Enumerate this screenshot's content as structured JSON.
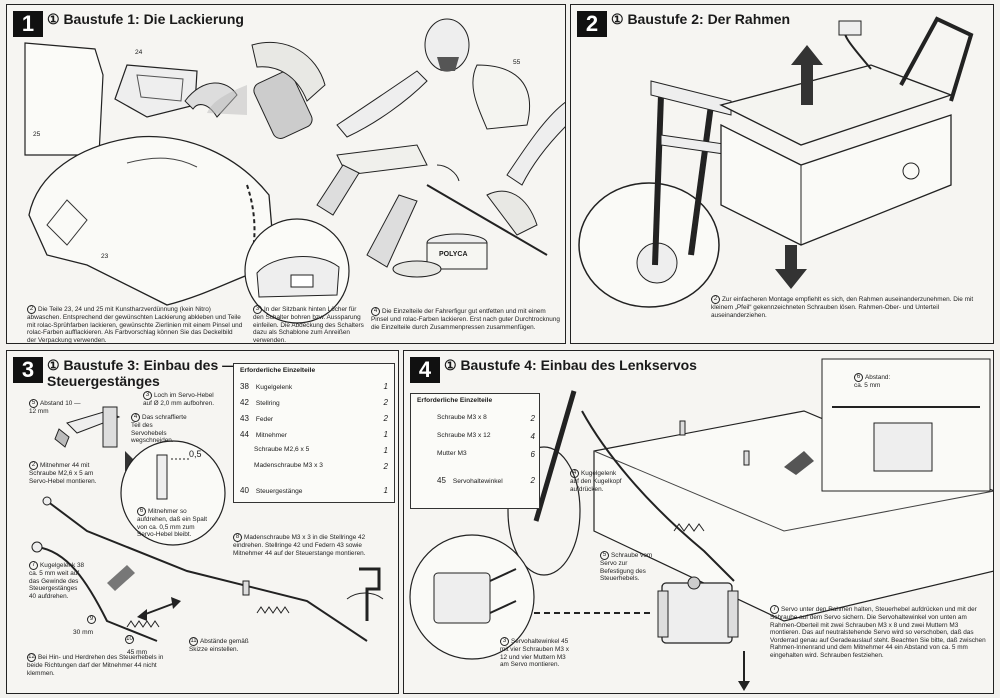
{
  "step1": {
    "number": "1",
    "title": "① Baustufe 1: Die Lackierung",
    "part_labels": {
      "p24": "24",
      "p25": "25",
      "p23": "23",
      "p55": "55"
    },
    "note2": "Die Teile 23, 24 und 25 mit Kunstharzverdünnung (kein Nitro) abwaschen. Entsprechend der gewünschten Lackierung abkleben und Teile mit rolac-Sprühfarben lackieren, gewünschte Zierlinien mit einem Pinsel und rolac-Farben aufflackieren. Als Farbvorschlag können Sie das Deckelbild der Verpackung verwenden.",
    "note3": "In der Sitzbank hinten Löcher für den Schalter bohren bzw. Aussparung einfeilen. Die Abdeckung des Schalters dazu als Schablone zum Anreißen verwenden.",
    "note4": "Die Einzelteile der Fahrerfigur gut entfetten und mit einem Pinsel und rolac-Farben lackieren. Erst nach guter Durchtrocknung die Einzelteile durch Zusammenpressen zusammenfügen.",
    "jar_label": "POLYCA"
  },
  "step2": {
    "number": "2",
    "title": "① Baustufe 2: Der Rahmen",
    "note2": "Zur einfacheren Montage empfiehlt es sich, den Rahmen auseinanderzunehmen. Die mit kleinem „Pfeil“ gekennzeichneten Schrauben lösen. Rahmen-Ober- und Unterteil auseinanderziehen."
  },
  "step3": {
    "number": "3",
    "title": "① Baustufe 3: Einbau des — Steuergestänges",
    "parts_header": "Erforderliche Einzelteile",
    "parts": [
      {
        "num": "38",
        "name": "Kugelgelenk",
        "qty": "1"
      },
      {
        "num": "42",
        "name": "Stellring",
        "qty": "2"
      },
      {
        "num": "43",
        "name": "Feder",
        "qty": "2"
      },
      {
        "num": "44",
        "name": "Mitnehmer",
        "qty": "1"
      },
      {
        "num": "",
        "name": "Schraube M2,6 x 5",
        "qty": "1"
      },
      {
        "num": "",
        "name": "Madenschraube M3 x 3",
        "qty": "2"
      },
      {
        "num": "40",
        "name": "Steuergestänge",
        "qty": "1"
      }
    ],
    "note5": "Abstand 10 — 12 mm",
    "note3": "Loch im Servo-Hebel auf Ø 2,0 mm aufbohren.",
    "note4": "Das schraffierte Teil des Servohebels wegschneiden.",
    "dim_05": "0,5",
    "note2": "Mitnehmer 44 mit Schraube M2,6 x 5 am Servo-Hebel montieren.",
    "note6": "Mitnehmer so aufdrehen, daß ein Spalt von ca. 0,5 mm zum Servo-Hebel bleibt.",
    "note7": "Kugelgelenk 38 ca. 5 mm weit auf das Gewinde des Steuergestänges 40 aufdrehen.",
    "note8": "Madenschraube M3 x 3 in die Stellringe 42 eindrehen. Stellringe 42 und Federn 43 sowie Mitnehmer 44 auf der Steuerstange montieren.",
    "dim_30": "30 mm",
    "dim_45": "45 mm",
    "note11": "Abstände gemäß Skizze einstellen.",
    "note12": "Bei Hin- und Herdrehen des Steuerhebels in beide Richtungen darf der Mitnehmer 44 nicht klemmen.",
    "label9": "9",
    "label10": "10"
  },
  "step4": {
    "number": "4",
    "title": "① Baustufe 4: Einbau des Lenkservos",
    "parts_header": "Erforderliche Einzelteile",
    "parts": [
      {
        "num": "",
        "name": "Schraube M3 x 8",
        "qty": "2"
      },
      {
        "num": "",
        "name": "Schraube M3 x 12",
        "qty": "4"
      },
      {
        "num": "",
        "name": "Mutter M3",
        "qty": "6"
      },
      {
        "num": "45",
        "name": "Servohaltewinkel",
        "qty": "2"
      }
    ],
    "note6": "Abstand: ca. 5 mm",
    "note4": "Kugelgelenk auf den Kugelkopf aufdrücken.",
    "note5": "Schraube vom Servo zur Befestigung des Steuerhebels.",
    "note3": "Servohaltewinkel 45 mit vier Schrauben M3 x 12 und vier Muttern M3 am Servo montieren.",
    "note7": "Servo unter den Rahmen halten, Steuerhebel aufdrücken und mit der Schraube auf dem Servo sichern. Die Servohaltewinkel von unten am Rahmen-Oberteil mit zwei Schrauben M3 x 8 und zwei Muttern M3 montieren. Das auf neutralstehende Servo wird so verschoben, daß das Vorderrad genau auf Geradeauslauf steht. Beachten Sie bitte, daß zwischen Rahmen-Innenrand und dem Mitnehmer 44 ein Abstand von ca. 5 mm eingehalten wird. Schrauben festziehen."
  },
  "icons": [
    "spray-can-icon",
    "arrow-up-icon",
    "arrow-down-icon",
    "wheel-icon",
    "servo-icon",
    "screw-icon"
  ]
}
